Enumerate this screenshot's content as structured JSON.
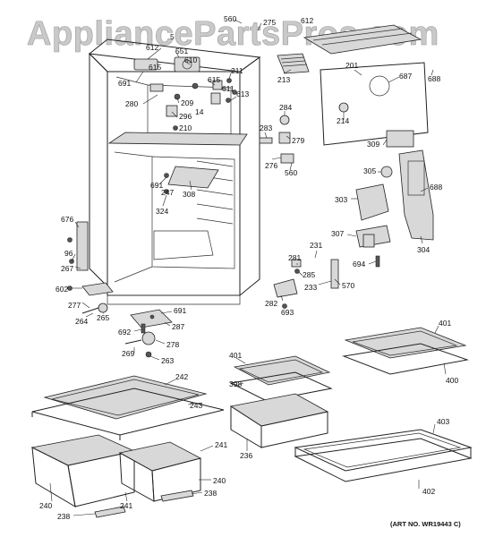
{
  "watermark": "AppliancePartsPros.com",
  "art_number": "(ART NO. WR19443 C)",
  "callouts": {
    "c560a": "560",
    "c275": "275",
    "c612a": "612",
    "c5x": "5",
    "c612": "612",
    "c551": "551",
    "c615a": "615",
    "c610": "610",
    "c691a": "691",
    "c211": "211",
    "c615": "615",
    "c611": "611",
    "c613": "613",
    "c209": "209",
    "c14": "14",
    "c280": "280",
    "c296": "296",
    "c210": "210",
    "c213": "213",
    "c201": "201",
    "c687": "687",
    "c688a": "688",
    "c284": "284",
    "c214": "214",
    "c283": "283",
    "c279": "279",
    "c276": "276",
    "c560b": "560",
    "c309": "309",
    "c305": "305",
    "c688b": "688",
    "c691b": "691",
    "c247": "247",
    "c308": "308",
    "c324": "324",
    "c303": "303",
    "c676": "676",
    "c96": "96",
    "c267": "267",
    "c307": "307",
    "c304": "304",
    "c231": "231",
    "c281": "281",
    "c285": "285",
    "c694": "694",
    "c602": "602",
    "c233": "233",
    "c570": "570",
    "c277": "277",
    "c282": "282",
    "c693": "693",
    "c264": "264",
    "c265": "265",
    "c691c": "691",
    "c287": "287",
    "c692": "692",
    "c278": "278",
    "c269": "269",
    "c263": "263",
    "c401a": "401",
    "c401b": "401",
    "c400": "400",
    "c398": "398",
    "c242": "242",
    "c243": "243",
    "c241a": "241",
    "c236": "236",
    "c240a": "240",
    "c240b": "240",
    "c241b": "241",
    "c238a": "238",
    "c238b": "238",
    "c403": "403",
    "c402": "402"
  }
}
